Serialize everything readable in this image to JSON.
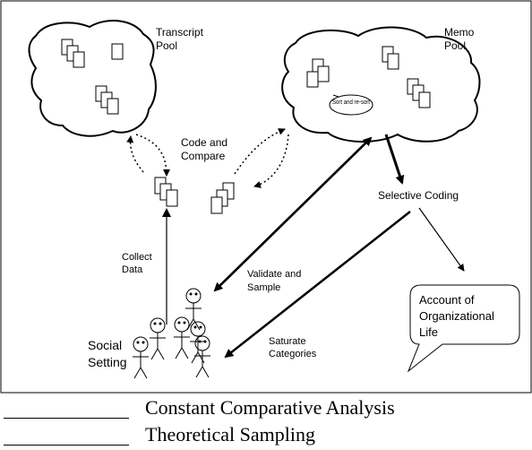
{
  "diagram": {
    "nodes": {
      "transcript_pool": "Transcript Pool",
      "memo_pool": "Memo Pool",
      "sort_label": "Sort and re-sort",
      "selective_coding": "Selective Coding",
      "account": "Account of Organizational Life",
      "social_setting": "Social Setting"
    },
    "edges": {
      "code_compare": "Code and Compare",
      "collect_data": "Collect Data",
      "validate_sample": "Validate and Sample",
      "saturate": "Saturate Categories"
    }
  },
  "legend": [
    {
      "label": "Constant Comparative Analysis",
      "line_style": "dotted"
    },
    {
      "label": "Theoretical Sampling",
      "line_style": "solid"
    }
  ]
}
